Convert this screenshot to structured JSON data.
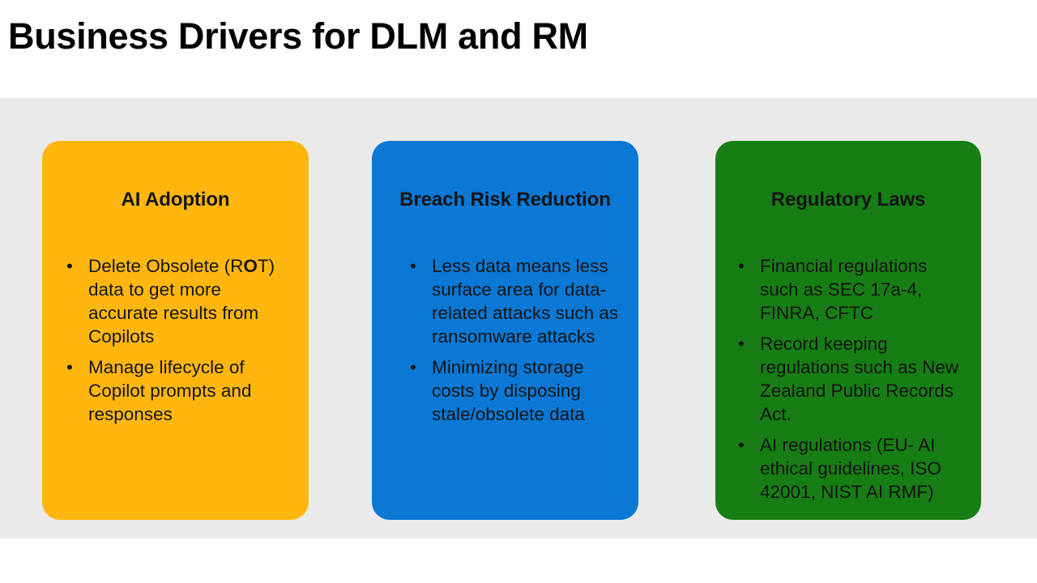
{
  "slide": {
    "title": "Business Drivers for DLM and RM",
    "background_color": "#ffffff",
    "band_color": "#eaeaea",
    "text_color": "#151515"
  },
  "cards": [
    {
      "id": "ai-adoption",
      "heading": "AI Adoption",
      "color": "#ffb70f",
      "bullet_glyph": "•",
      "bullets": [
        {
          "prefix": "Delete Obsolete (R",
          "emphasis": "O",
          "suffix": "T) data to get more accurate results from Copilots"
        },
        {
          "prefix": "Manage lifecycle of Copilot prompts and responses",
          "emphasis": "",
          "suffix": ""
        }
      ]
    },
    {
      "id": "breach-risk-reduction",
      "heading": "Breach Risk Reduction",
      "color": "#0a78d4",
      "bullet_glyph": "•",
      "bullets": [
        {
          "prefix": "Less data means less surface area for data-related attacks such as ransomware attacks",
          "emphasis": "",
          "suffix": ""
        },
        {
          "prefix": "Minimizing storage costs by disposing stale/obsolete data",
          "emphasis": "",
          "suffix": ""
        }
      ]
    },
    {
      "id": "regulatory-laws",
      "heading": "Regulatory Laws",
      "color": "#177d15",
      "bullet_glyph": "•",
      "bullets": [
        {
          "prefix": "Financial regulations such as SEC 17a-4, FINRA, CFTC",
          "emphasis": "",
          "suffix": ""
        },
        {
          "prefix": "Record keeping regulations such as New Zealand Public Records Act.",
          "emphasis": "",
          "suffix": ""
        },
        {
          "prefix": "AI regulations (EU- AI ethical guidelines, ISO 42001, NIST AI RMF)",
          "emphasis": "",
          "suffix": ""
        }
      ]
    }
  ]
}
